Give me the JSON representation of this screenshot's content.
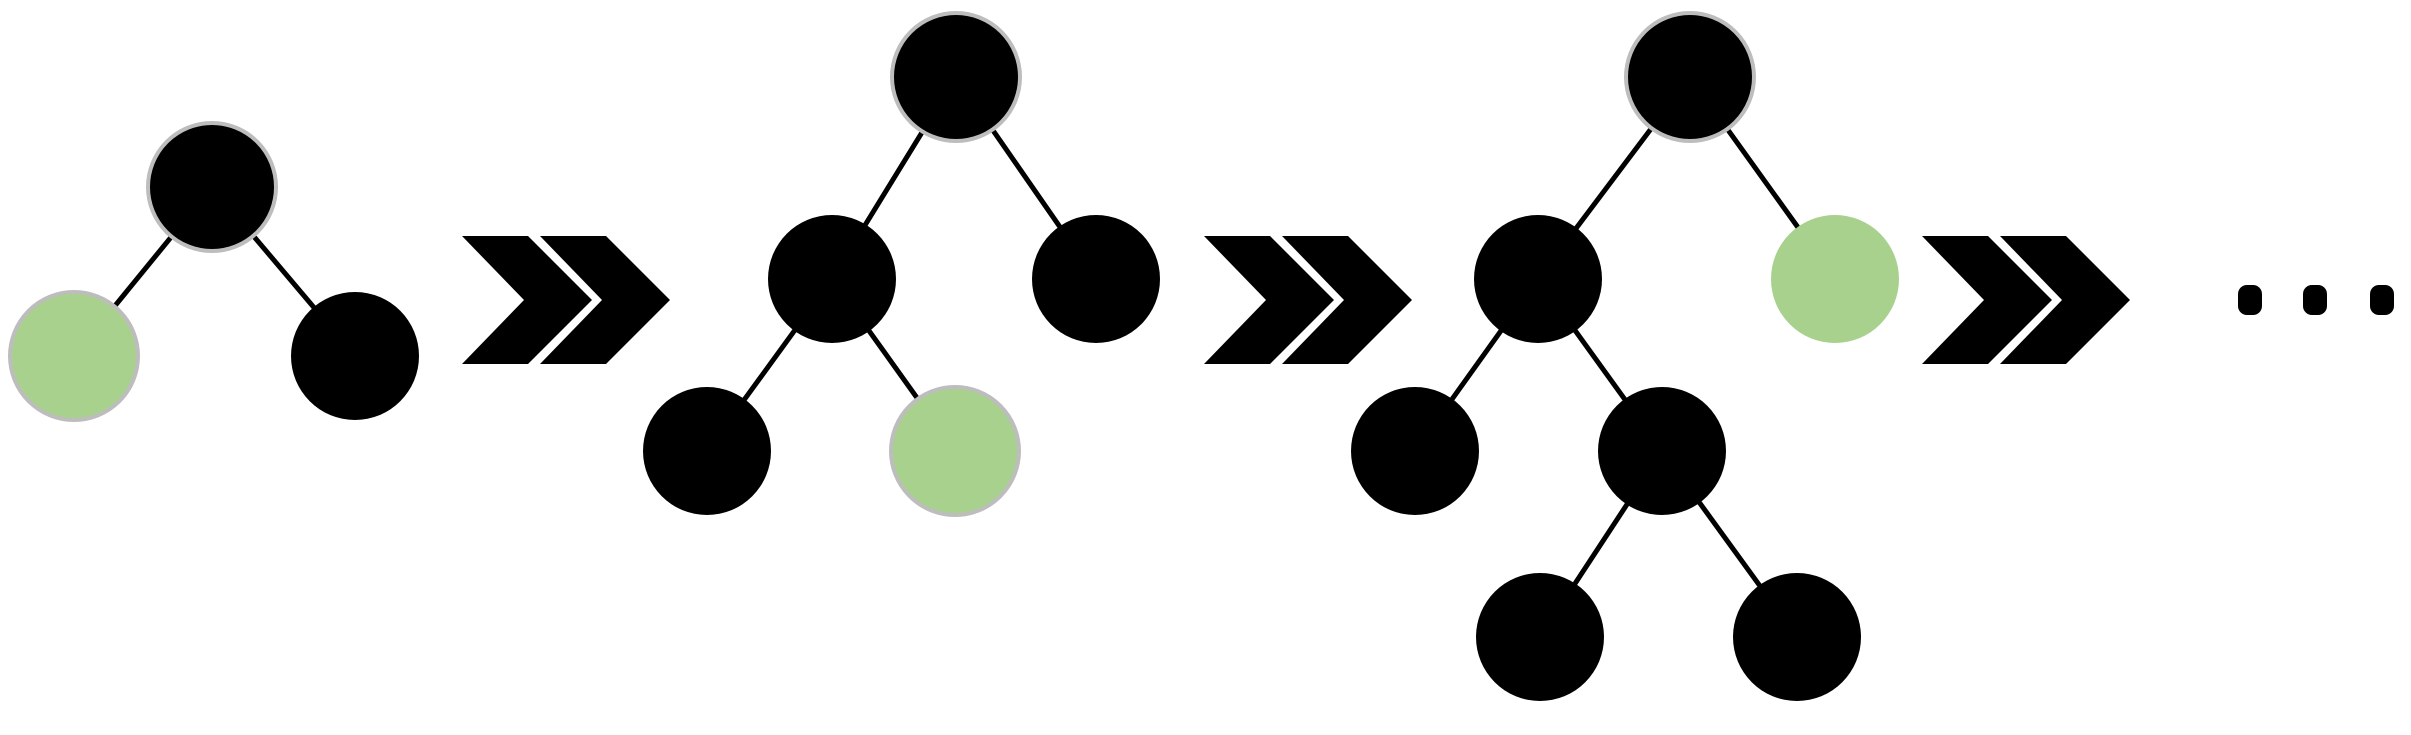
{
  "colors": {
    "node": "#000000",
    "new_node": "#a9d18e",
    "edge": "#000000",
    "node_ring": "#bdbdbd",
    "arrow": "#000000"
  },
  "steps": [
    {
      "nodes": [
        {
          "id": "root",
          "state": "existing",
          "ring": true
        },
        {
          "id": "left",
          "state": "new",
          "ring": true
        },
        {
          "id": "right",
          "state": "existing",
          "ring": false
        }
      ],
      "edges": [
        [
          "root",
          "left"
        ],
        [
          "root",
          "right"
        ]
      ]
    },
    {
      "nodes": [
        {
          "id": "root",
          "state": "existing",
          "ring": true
        },
        {
          "id": "left",
          "state": "existing",
          "ring": false
        },
        {
          "id": "right",
          "state": "existing",
          "ring": false
        },
        {
          "id": "left-left",
          "state": "existing",
          "ring": false
        },
        {
          "id": "left-right",
          "state": "new",
          "ring": true
        }
      ],
      "edges": [
        [
          "root",
          "left"
        ],
        [
          "root",
          "right"
        ],
        [
          "left",
          "left-left"
        ],
        [
          "left",
          "left-right"
        ]
      ]
    },
    {
      "nodes": [
        {
          "id": "root",
          "state": "existing",
          "ring": true
        },
        {
          "id": "left",
          "state": "existing",
          "ring": false
        },
        {
          "id": "right",
          "state": "new",
          "ring": false
        },
        {
          "id": "left-left",
          "state": "existing",
          "ring": false
        },
        {
          "id": "left-right",
          "state": "existing",
          "ring": false
        },
        {
          "id": "left-right-left",
          "state": "existing",
          "ring": false
        },
        {
          "id": "left-right-right",
          "state": "existing",
          "ring": false
        }
      ],
      "edges": [
        [
          "root",
          "left"
        ],
        [
          "root",
          "right"
        ],
        [
          "left",
          "left-left"
        ],
        [
          "left",
          "left-right"
        ],
        [
          "left-right",
          "left-right-left"
        ],
        [
          "left-right",
          "left-right-right"
        ]
      ]
    }
  ],
  "arrows": [
    {
      "icon": "double-chevron-right-icon"
    },
    {
      "icon": "double-chevron-right-icon"
    },
    {
      "icon": "double-chevron-right-icon"
    }
  ],
  "continuation": {
    "icon": "ellipsis-icon"
  }
}
